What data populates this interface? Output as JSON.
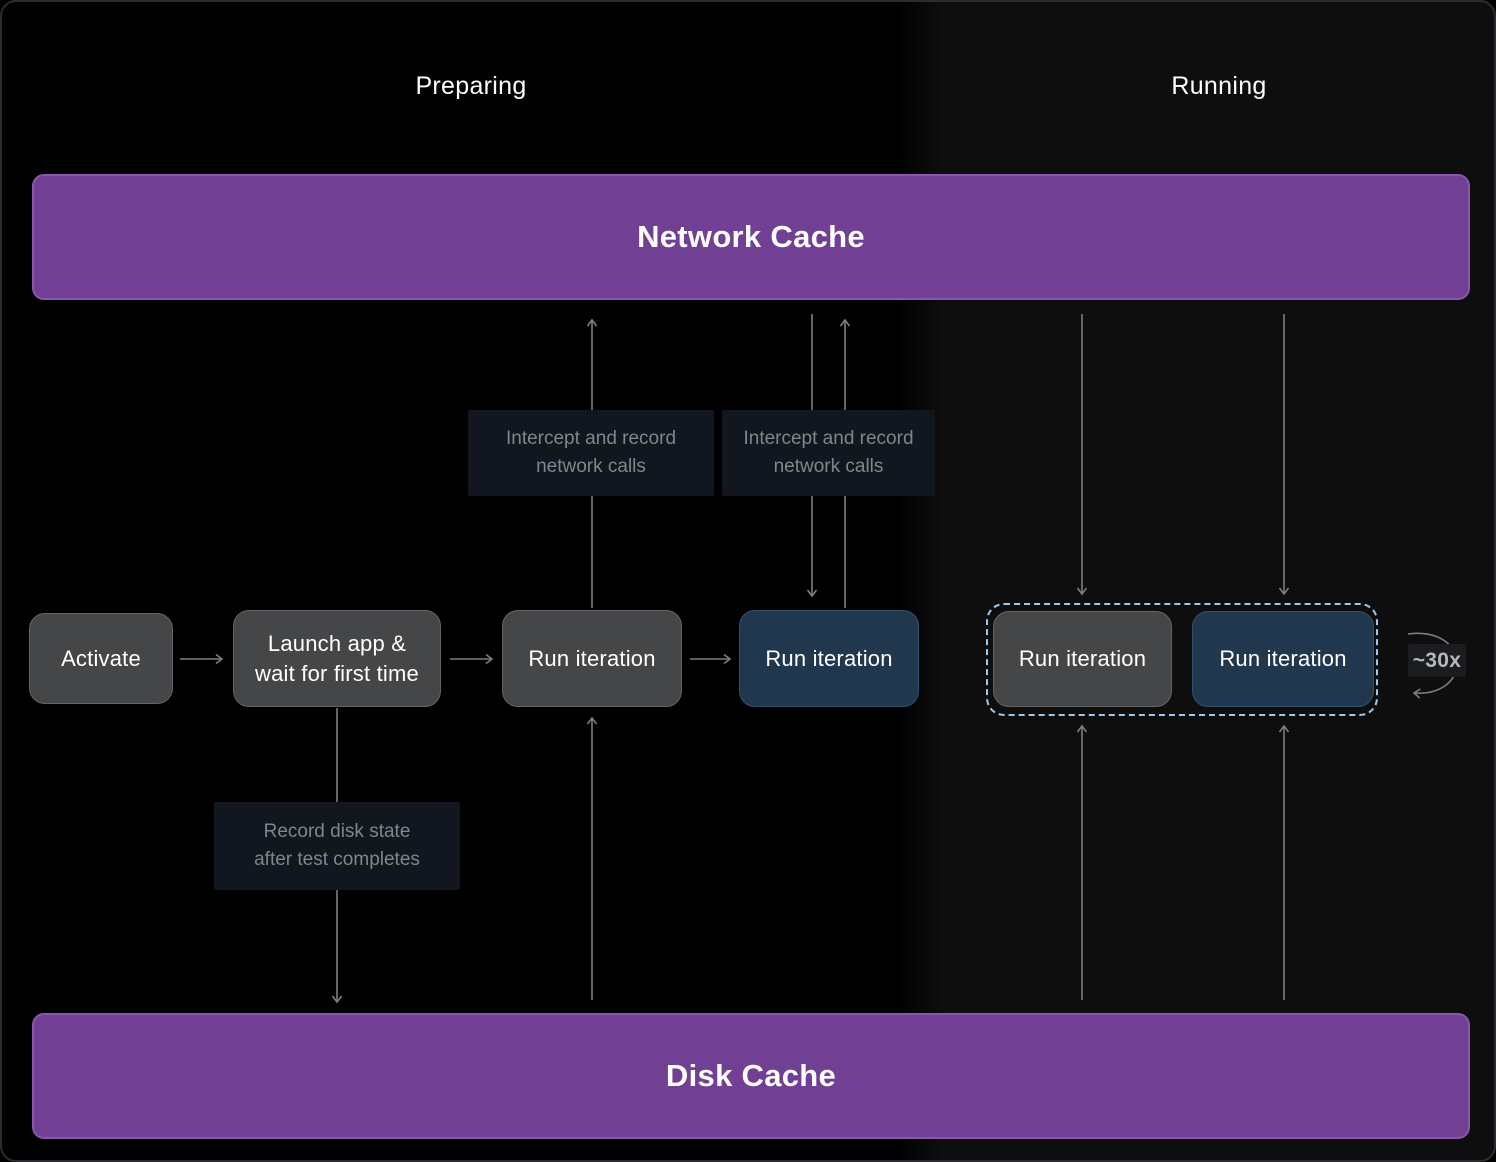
{
  "sections": {
    "preparing": "Preparing",
    "running": "Running"
  },
  "caches": {
    "network": "Network Cache",
    "disk": "Disk Cache"
  },
  "nodes": {
    "activate": "Activate",
    "launch": "Launch app & wait for first time",
    "run_iteration": "Run iteration"
  },
  "annotations": {
    "intercept_network": "Intercept and record network calls",
    "record_disk": "Record disk state after test completes",
    "repeat_count": "~30x"
  },
  "colors": {
    "cache_purple": "#713F94",
    "node_gray": "#454648",
    "node_blue": "#20374E",
    "loop_dashed_border": "#9FC8EC",
    "arrow_gray": "#7D7E82",
    "annotation_bg": "#12171F",
    "annotation_text": "#80868D",
    "background_left": "#000000",
    "background_right": "#0E0E0F"
  }
}
